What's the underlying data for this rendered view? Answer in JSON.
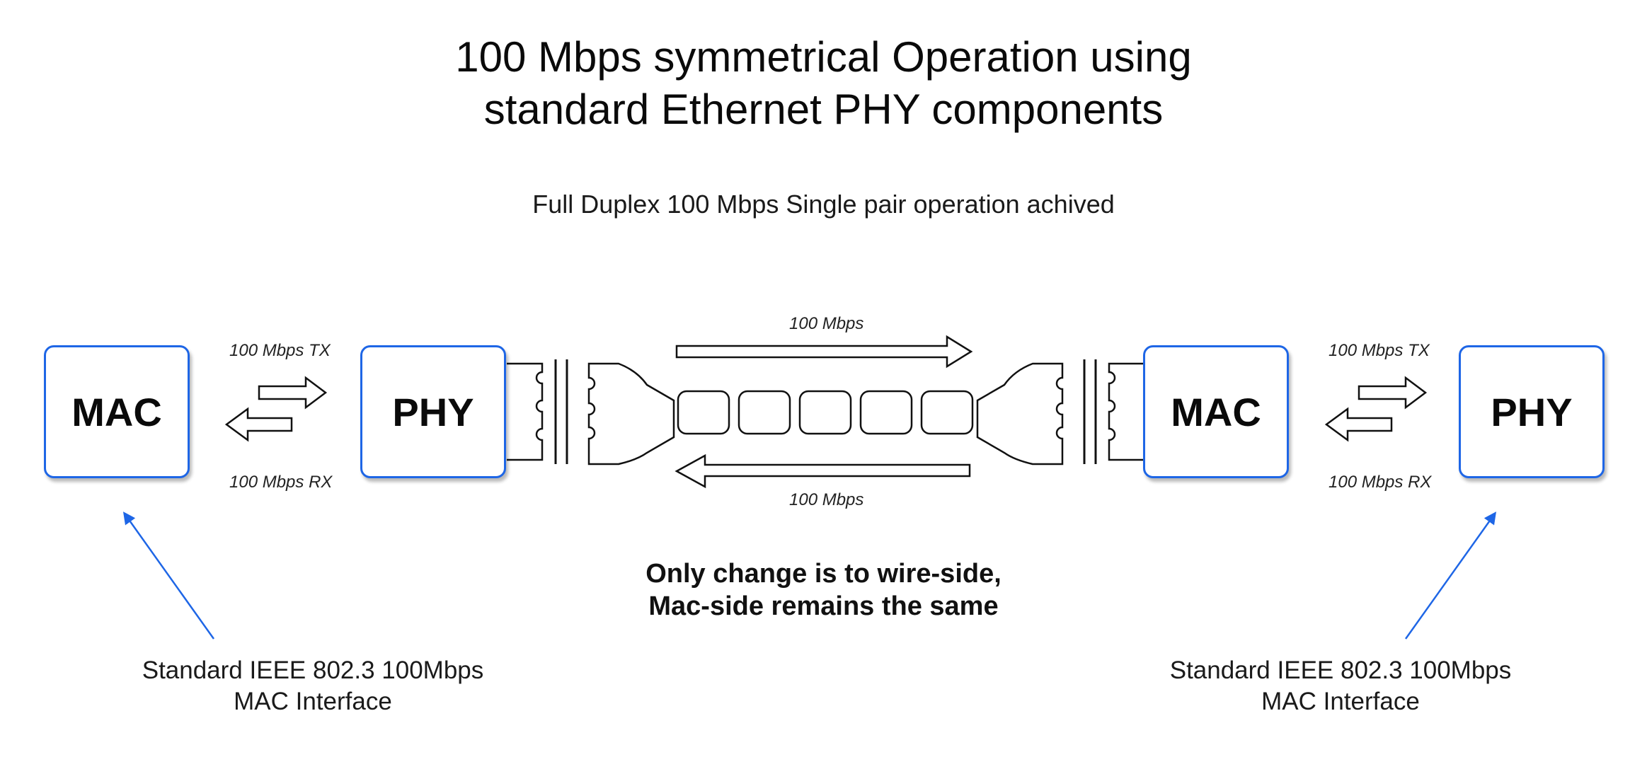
{
  "title": {
    "line1": "100 Mbps symmetrical Operation using",
    "line2": "standard Ethernet PHY components"
  },
  "subtitle": "Full Duplex 100 Mbps Single pair operation achived",
  "blocks": {
    "left_mac": "MAC",
    "left_phy": "PHY",
    "right_mac": "MAC",
    "right_phy": "PHY"
  },
  "links": {
    "left_tx": "100 Mbps TX",
    "left_rx": "100 Mbps RX",
    "right_tx": "100 Mbps TX",
    "right_rx": "100 Mbps RX",
    "wire_top": "100 Mbps",
    "wire_bottom": "100 Mbps"
  },
  "note": {
    "line1": "Only change is to wire-side,",
    "line2": "Mac-side remains the same"
  },
  "interfaces": {
    "left": {
      "line1": "Standard IEEE 802.3 100Mbps",
      "line2": "MAC Interface"
    },
    "right": {
      "line1": "Standard IEEE 802.3 100Mbps",
      "line2": "MAC Interface"
    }
  },
  "colors": {
    "box_border": "#1e66e6",
    "pointer_line": "#1e66e6",
    "outline": "#111111"
  }
}
